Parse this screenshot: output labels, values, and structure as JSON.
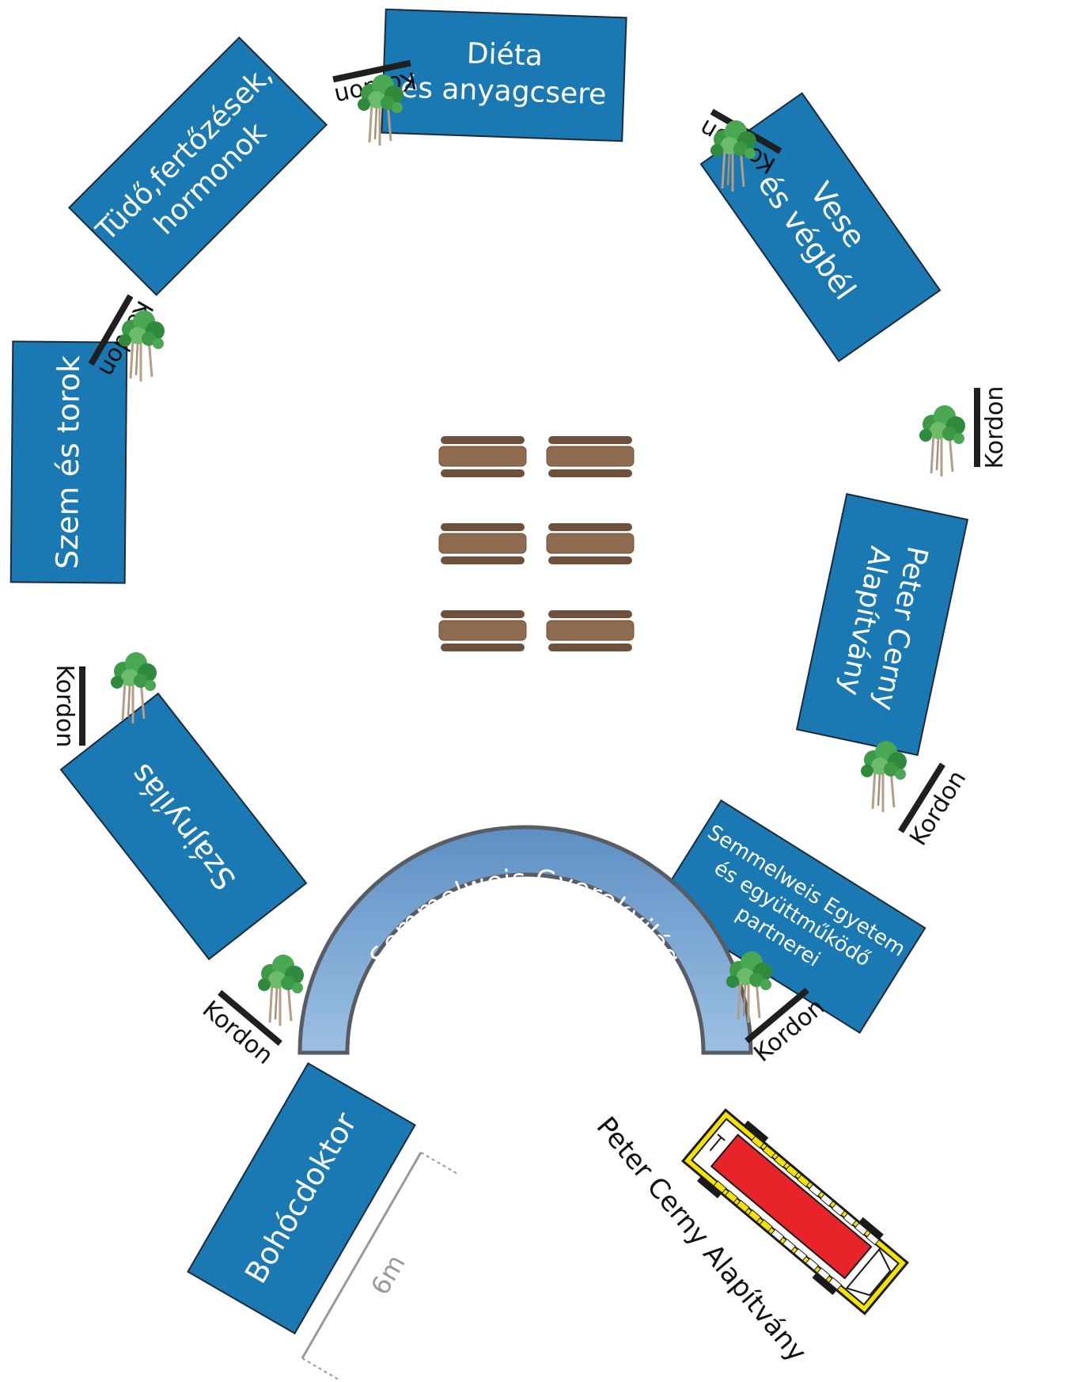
{
  "tents": {
    "dieta": {
      "line1": "Diéta",
      "line2": "és anyagcsere"
    },
    "vese": {
      "line1": "Vese",
      "line2": "és végbél"
    },
    "tudo": {
      "line1": "Tüdő,fertőzések,",
      "line2": "hormonok"
    },
    "szem": {
      "line1": "Szem és torok"
    },
    "szajnyilas": {
      "line1": "Szájnyílás"
    },
    "peter_cerny": {
      "line1": "Peter Cerny",
      "line2": "Alapítvány"
    },
    "semmelweis": {
      "line1": "Semmelweis Egyetem",
      "line2": "és együttműködő",
      "line3": "partnerei"
    },
    "bohocdoktor": {
      "line1": "Bohócdoktor"
    }
  },
  "arch": {
    "label": "Semmelweis Gyerekvilág"
  },
  "ambulance": {
    "label": "Peter Cerny Alapítvány"
  },
  "kordon": {
    "label": "Kordon"
  },
  "dimension": {
    "label": "6m"
  },
  "colors": {
    "tent": "#1a79b2",
    "arch": "#7fa9d3",
    "bench": "#8e6a4f",
    "ambulance_body": "#f4e300",
    "ambulance_cross": "#e8242a",
    "tree": "#3c9a46"
  }
}
